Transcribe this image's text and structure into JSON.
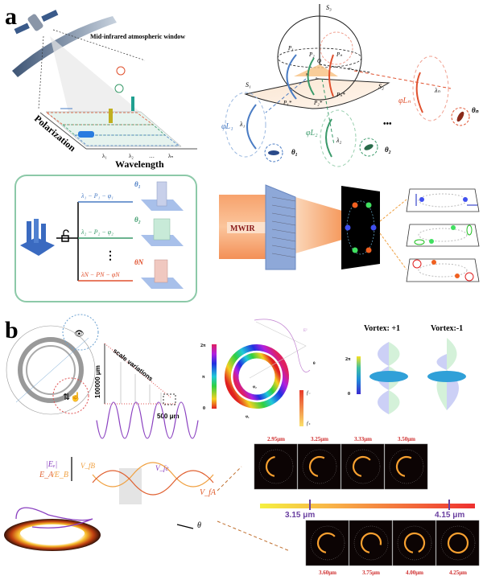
{
  "panel_a": {
    "label": "a",
    "atmosphere_label": "Mid-infrared atmospheric window",
    "polarization_axis": "Polarization",
    "wavelength_axis": "Wavelength",
    "wavelength_ticks": [
      "λ₁",
      "λ₂",
      "…",
      "λₙ"
    ],
    "sphere": {
      "s3": "S₃",
      "s1": "S₁",
      "s2": "S₂",
      "origin": "O",
      "points": [
        "P₁",
        "P₂",
        "Pₙ",
        "P₁*",
        "P₂*",
        "Pₙ*"
      ],
      "angles": [
        "ρ₁",
        "ρ₂",
        "ρₙ"
      ],
      "lambdas": [
        "λ₁",
        "λ₂",
        "λₙ"
      ],
      "phases": [
        "φL₁",
        "φL₂",
        "φLₙ"
      ],
      "thetas": [
        "θ₁",
        "θ₂",
        "θₙ"
      ],
      "ellipsis": "•••"
    },
    "design_box": {
      "rows": [
        {
          "label": "λ₁ − P₁ − φ₁",
          "theta": "θ₁",
          "color": "#4a7cc4"
        },
        {
          "label": "λ₂ − P₂ − φ₂",
          "theta": "θ₂",
          "color": "#3a9a6a"
        },
        {
          "label": "λN − PN − φN",
          "theta": "θN",
          "color": "#e0512e"
        }
      ],
      "ellipsis": "⋮"
    },
    "mwir_label": "MWIR"
  },
  "panel_b": {
    "label": "b",
    "scale_label": "scale variations",
    "height_label": "100000 μm",
    "width_label": "500 μm",
    "phase_colorbar": [
      "2π",
      "π",
      "0"
    ],
    "ring_labels": {
      "phi1": "φ₁",
      "phi2": "φ₂",
      "energy": "E²",
      "theta": "θ",
      "f_minus": "f₋",
      "f_plus": "f₊"
    },
    "vortex": {
      "titles": [
        "Vortex: +1",
        "Vortex:-1"
      ],
      "colorbar": [
        "2π",
        "0"
      ]
    },
    "wave_labels": {
      "ee": "|Eₑ|",
      "ea_eb_a": "E_A",
      "ea_eb_b": "/E_B",
      "vfb": "V_fB",
      "vfe": "V_fe",
      "vfa": "V_fA",
      "theta": "θ"
    },
    "spectrum_marks": [
      "3.15 μm",
      "4.15 μm"
    ],
    "top_images": [
      "2.95μm",
      "3.25μm",
      "3.33μm",
      "3.50μm"
    ],
    "bottom_images": [
      "3.60μm",
      "3.75μm",
      "4.00μm",
      "4.25μm"
    ],
    "ring_arc_fraction_top": [
      0.45,
      0.55,
      0.6,
      0.55
    ],
    "ring_arc_fraction_bottom": [
      0.6,
      0.75,
      0.9,
      1.0
    ]
  }
}
